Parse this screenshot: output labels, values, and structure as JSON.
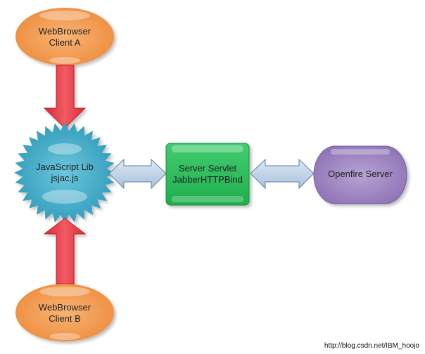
{
  "nodes": {
    "client_a": {
      "line1": "WebBrowser",
      "line2": "Client A",
      "shape": "ellipse",
      "color": "#f39a4d"
    },
    "jslib": {
      "line1": "JavaScript Lib",
      "line2": "jsjac.js",
      "shape": "starburst",
      "color": "#3aa6c4"
    },
    "servlet": {
      "line1": "Server Servlet",
      "line2": "JabberHTTPBind",
      "shape": "rounded-rectangle",
      "color": "#2fbf5e"
    },
    "openfire": {
      "line1": "Openfire Server",
      "shape": "rounded-terminator",
      "color": "#9d83c0"
    },
    "client_b": {
      "line1": "WebBrowser",
      "line2": "Client B",
      "shape": "ellipse",
      "color": "#f39a4d"
    }
  },
  "edges": [
    {
      "from": "client_a",
      "to": "jslib",
      "type": "block-arrow-down",
      "color": "#e8333d"
    },
    {
      "from": "client_b",
      "to": "jslib",
      "type": "block-arrow-up",
      "color": "#e8333d"
    },
    {
      "from": "jslib",
      "to": "servlet",
      "type": "double-arrow",
      "color": "#b8cde3"
    },
    {
      "from": "servlet",
      "to": "openfire",
      "type": "double-arrow",
      "color": "#b8cde3"
    }
  ],
  "watermark": "http://blog.csdn.net/IBM_hoojo"
}
